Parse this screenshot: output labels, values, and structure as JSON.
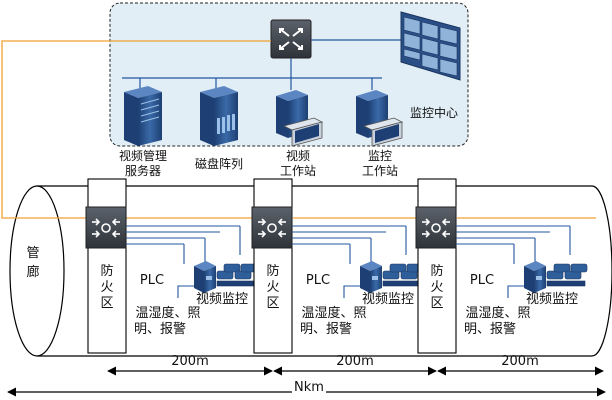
{
  "monitoring_center": {
    "title": "监控中心",
    "devices": [
      {
        "name": "video-management-server",
        "label_lines": [
          "视频管理",
          "服务器"
        ],
        "icon": "server-icon"
      },
      {
        "name": "disk-array",
        "label_lines": [
          "磁盘阵列"
        ],
        "icon": "disk-array-icon"
      },
      {
        "name": "video-workstation",
        "label_lines": [
          "视频",
          "工作站"
        ],
        "icon": "workstation-icon"
      },
      {
        "name": "monitoring-workstation",
        "label_lines": [
          "监控",
          "工作站"
        ],
        "icon": "workstation-icon"
      }
    ],
    "core_switch_icon": "core-switch-icon",
    "video_wall_icon": "video-wall-icon"
  },
  "tunnel": {
    "label_lines": [
      "管",
      "廊"
    ],
    "zones": [
      {
        "fire_zone_lines": [
          "防",
          "火",
          "区"
        ],
        "plc": "PLC",
        "camera_label": "视频监控",
        "sensor_label_lines": [
          "温湿度、照",
          "明、报警"
        ]
      },
      {
        "fire_zone_lines": [
          "防",
          "火",
          "区"
        ],
        "plc": "PLC",
        "camera_label": "视频监控",
        "sensor_label_lines": [
          "温湿度、照",
          "明、报警"
        ]
      },
      {
        "fire_zone_lines": [
          "防",
          "火",
          "区"
        ],
        "plc": "PLC",
        "camera_label": "视频监控",
        "sensor_label_lines": [
          "温湿度、照",
          "明、报警"
        ]
      }
    ]
  },
  "dimensions": {
    "segment_labels": [
      "200m",
      "200m",
      "200m"
    ],
    "total_label": "Nkm"
  },
  "colors": {
    "center_fill": "#e2eef6",
    "fiber_orange": "#f0a030",
    "network_blue": "#2255a0",
    "device_blue": "#2f5f9a",
    "switch_dark": "#3a3f46"
  }
}
